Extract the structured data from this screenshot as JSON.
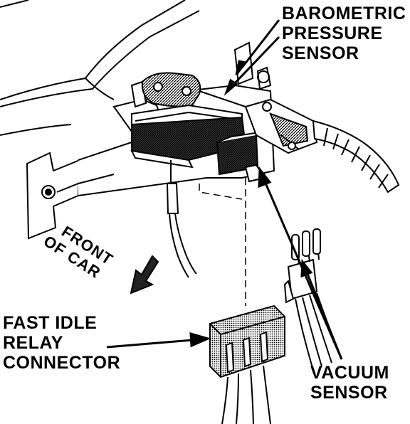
{
  "labels": {
    "barometric_line1": "BAROMETRIC",
    "barometric_line2": "PRESSURE",
    "barometric_line3": "SENSOR",
    "front_line1": "FRONT",
    "front_line2": "OF CAR",
    "fast_idle_line1": "FAST IDLE",
    "fast_idle_line2": "RELAY",
    "fast_idle_line3": "CONNECTOR",
    "vacuum_line1": "VACUUM",
    "vacuum_line2": "SENSOR"
  },
  "colors": {
    "ink": "#000000",
    "paper": "#ffffff",
    "shade": "#555555"
  },
  "icons": {
    "front_arrow": "arrow-down-left-icon"
  }
}
